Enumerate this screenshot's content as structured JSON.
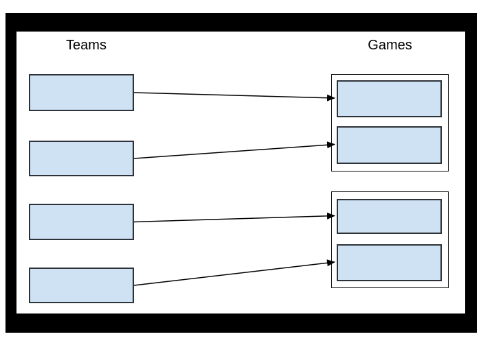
{
  "columns": {
    "teams": {
      "label": "Teams"
    },
    "games": {
      "label": "Games"
    }
  },
  "teams": {
    "boxes": [
      {
        "id": "team-1"
      },
      {
        "id": "team-2"
      },
      {
        "id": "team-3"
      },
      {
        "id": "team-4"
      }
    ]
  },
  "games": {
    "groups": [
      {
        "id": "game-group-1",
        "boxes": [
          {
            "id": "game-1a"
          },
          {
            "id": "game-1b"
          }
        ]
      },
      {
        "id": "game-group-2",
        "boxes": [
          {
            "id": "game-2a"
          },
          {
            "id": "game-2b"
          }
        ]
      }
    ]
  },
  "connections": [
    {
      "from": "team-1",
      "to": "game-1a"
    },
    {
      "from": "team-2",
      "to": "game-1b"
    },
    {
      "from": "team-3",
      "to": "game-2a"
    },
    {
      "from": "team-4",
      "to": "game-2b"
    }
  ],
  "colors": {
    "frame": "#000000",
    "box_fill": "#cfe2f3",
    "box_border": "#2d3238",
    "group_border": "#0b0b0b",
    "arrow": "#000000"
  }
}
